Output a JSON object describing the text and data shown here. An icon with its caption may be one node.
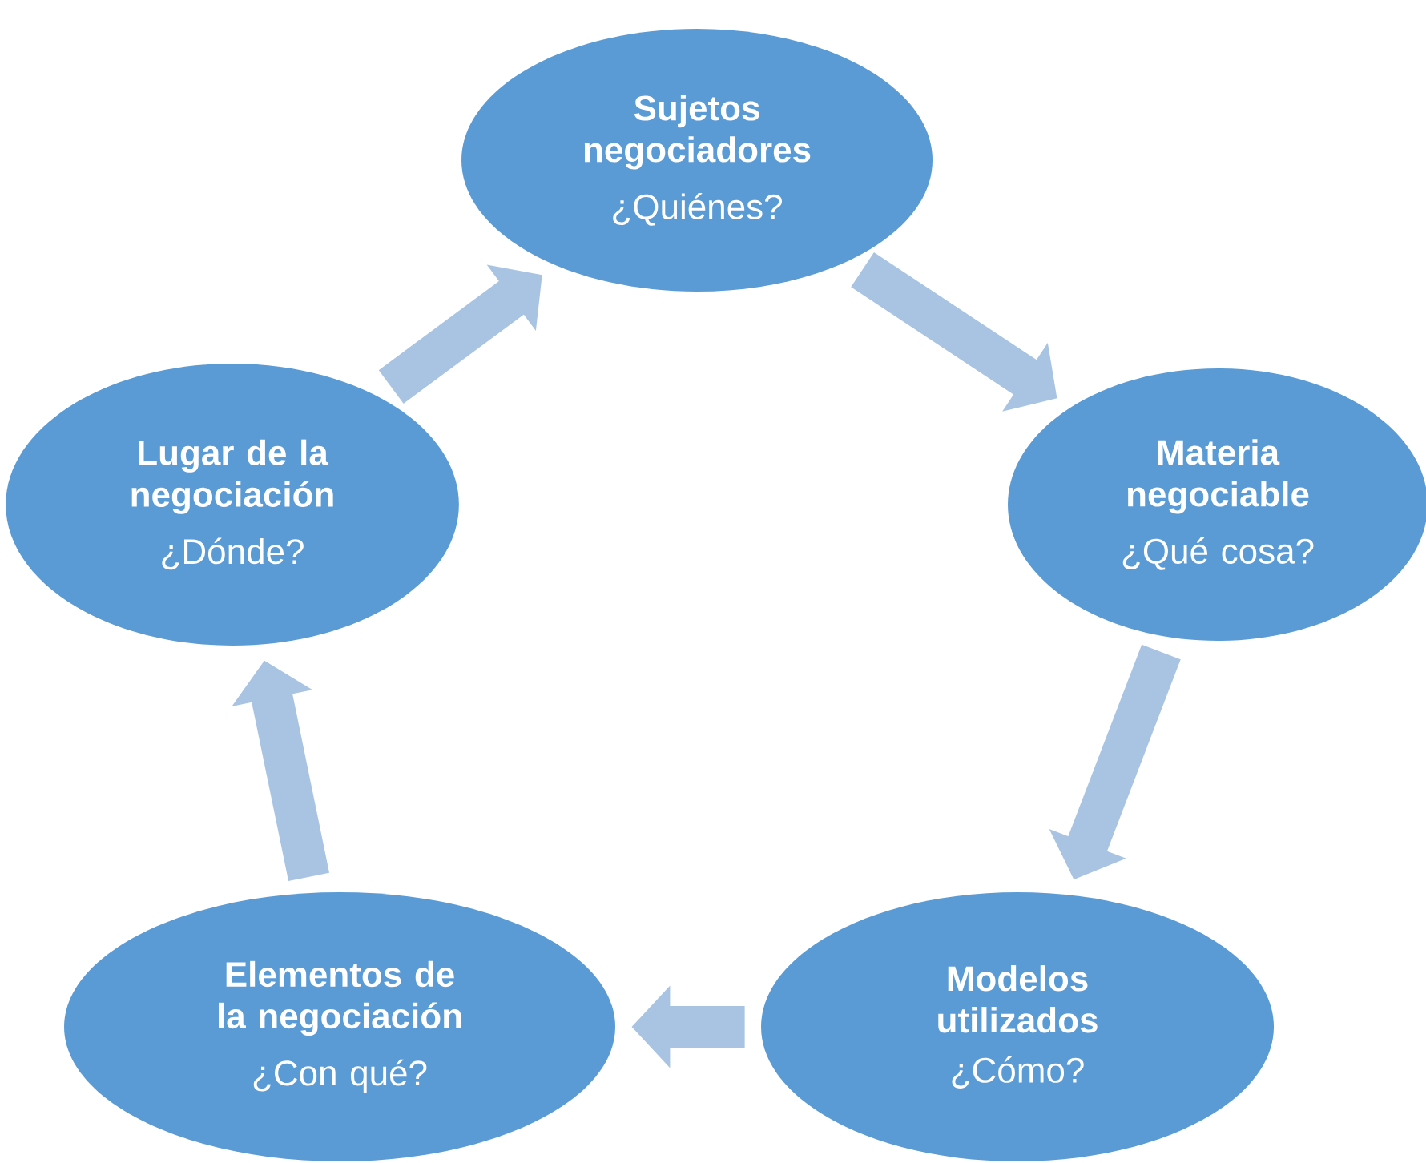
{
  "diagram": {
    "nodes": [
      {
        "text": [
          "Sujetos negociadores",
          "¿Quiénes?"
        ]
      },
      {
        "text": [
          "Materia negociable",
          "¿Qué cosa?"
        ]
      },
      {
        "text": [
          "Modelos utilizados",
          "¿Cómo?"
        ]
      },
      {
        "text": [
          "Elementos de la negociación",
          "¿Con qué?"
        ]
      },
      {
        "text": [
          "Lugar de la negociación",
          "¿Dónde?"
        ]
      }
    ],
    "edges": [
      {
        "from": 0,
        "to": 1,
        "arrow": "to"
      },
      {
        "from": 1,
        "to": 2,
        "arrow": "to"
      },
      {
        "from": 2,
        "to": 3,
        "arrow": "to"
      },
      {
        "from": 3,
        "to": 4,
        "arrow": "to"
      },
      {
        "from": 4,
        "to": 0,
        "arrow": "to"
      }
    ]
  }
}
